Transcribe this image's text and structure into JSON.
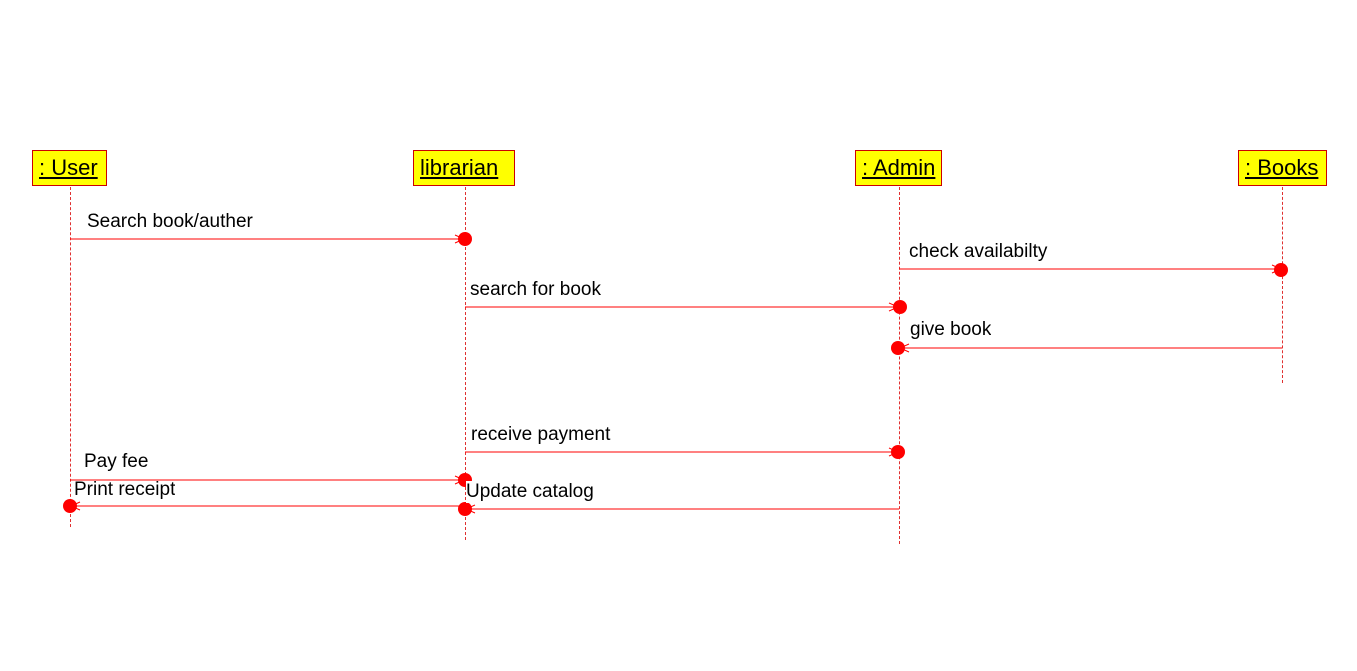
{
  "colors": {
    "box_fill": "#ffff00",
    "line": "#ff0000",
    "dot": "#ff0000"
  },
  "participants": [
    {
      "id": "user",
      "label": ": User"
    },
    {
      "id": "librarian",
      "label": " librarian"
    },
    {
      "id": "admin",
      "label": ": Admin"
    },
    {
      "id": "books",
      "label": ": Books"
    }
  ],
  "messages": [
    {
      "id": "search-book-auther",
      "label": "Search book/auther",
      "from": "user",
      "to": "librarian"
    },
    {
      "id": "check-availability",
      "label": "check availabilty",
      "from": "admin",
      "to": "books"
    },
    {
      "id": "search-for-book",
      "label": "search for book",
      "from": "librarian",
      "to": "admin"
    },
    {
      "id": "give-book",
      "label": "give book",
      "from": "books",
      "to": "admin"
    },
    {
      "id": "receive-payment",
      "label": "receive payment",
      "from": "librarian",
      "to": "admin"
    },
    {
      "id": "pay-fee",
      "label": "Pay fee",
      "from": "user",
      "to": "librarian"
    },
    {
      "id": "print-receipt",
      "label": "Print receipt",
      "from": "librarian",
      "to": "user"
    },
    {
      "id": "update-catalog",
      "label": "Update catalog",
      "from": "admin",
      "to": "librarian"
    }
  ]
}
